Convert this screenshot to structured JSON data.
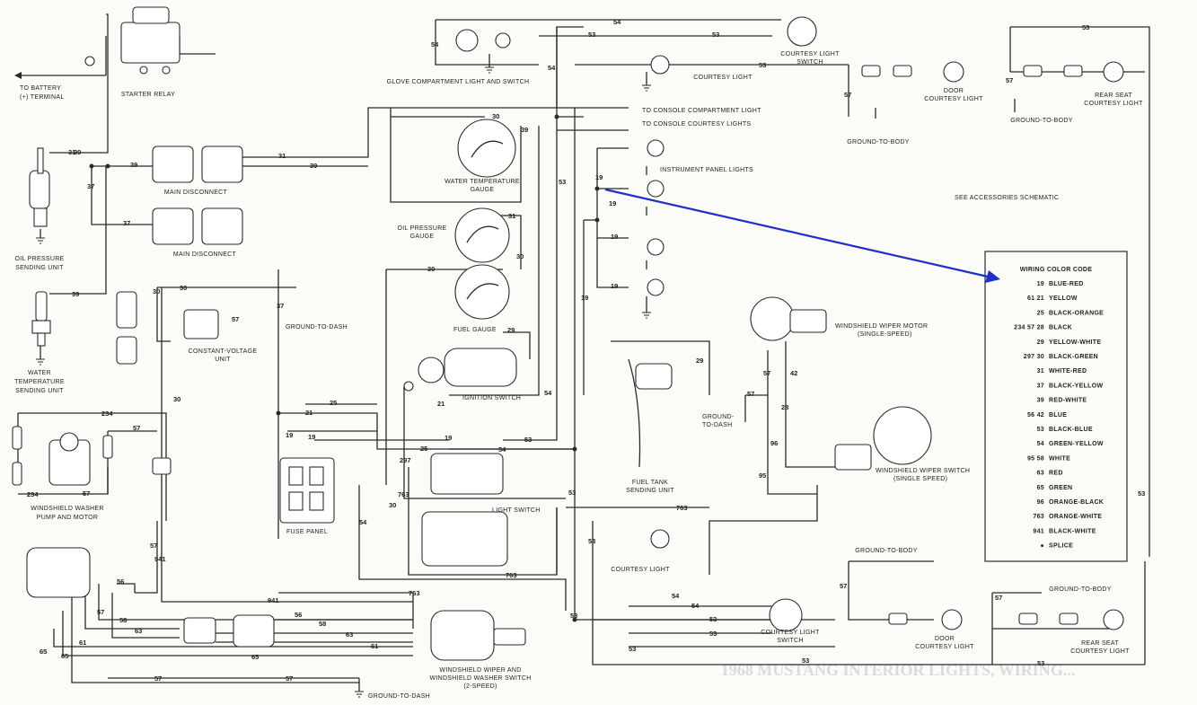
{
  "components": {
    "to_battery": "TO BATTERY",
    "to_battery_2": "(+) TERMINAL",
    "starter_relay": "STARTER RELAY",
    "main_disconnect_1": "MAIN DISCONNECT",
    "main_disconnect_2": "MAIN DISCONNECT",
    "oil_sender": "OIL PRESSURE",
    "oil_sender_2": "SENDING UNIT",
    "water_sender": "WATER",
    "water_sender_2": "TEMPERATURE",
    "water_sender_3": "SENDING UNIT",
    "glove_light": "GLOVE COMPARTMENT LIGHT AND SWITCH",
    "courtesy_light_top": "COURTESY LIGHT",
    "courtesy_switch_top": "COURTESY LIGHT",
    "courtesy_switch_top_2": "SWITCH",
    "door_courtesy_top": "DOOR",
    "door_courtesy_top_2": "COURTESY LIGHT",
    "rear_seat_top": "REAR SEAT",
    "rear_seat_top_2": "COURTESY LIGHT",
    "ground_body_top": "GROUND-TO-BODY",
    "ground_body_top2": "GROUND-TO-BODY",
    "console_comp": "TO CONSOLE COMPARTMENT LIGHT",
    "console_courtesy": "TO CONSOLE COURTESY LIGHTS",
    "instrument_lights": "INSTRUMENT PANEL LIGHTS",
    "see_accessories": "SEE ACCESSORIES SCHEMATIC",
    "water_gauge": "WATER TEMPERATURE",
    "water_gauge_2": "GAUGE",
    "oil_gauge": "OIL PRESSURE",
    "oil_gauge_2": "GAUGE",
    "fuel_gauge": "FUEL GAUGE",
    "ground_dash_1": "GROUND-TO-DASH",
    "cv_unit": "CONSTANT-VOLTAGE",
    "cv_unit_2": "UNIT",
    "ignition_switch": "IGNITION SWITCH",
    "wiper_motor": "WINDSHIELD WIPER MOTOR",
    "wiper_motor_2": "(SINGLE-SPEED)",
    "wiper_switch": "WINDSHIELD WIPER SWITCH",
    "wiper_switch_2": "(SINGLE SPEED)",
    "ground_dash_2": "GROUND-",
    "ground_dash_2b": "TO-DASH",
    "fuel_sender": "FUEL TANK",
    "fuel_sender_2": "SENDING UNIT",
    "light_switch": "LIGHT SWITCH",
    "fuse_panel": "FUSE PANEL",
    "washer_pump": "WINDSHIELD WASHER",
    "washer_pump_2": "PUMP AND MOTOR",
    "courtesy_light_mid": "COURTESY LIGHT",
    "courtesy_switch_bot": "COURTESY LIGHT",
    "courtesy_switch_bot_2": "SWITCH",
    "door_courtesy_bot": "DOOR",
    "door_courtesy_bot_2": "COURTESY LIGHT",
    "ground_body_bot": "GROUND-TO-BODY",
    "ground_body_bot2": "GROUND-TO-BODY",
    "rear_seat_bot": "REAR SEAT",
    "rear_seat_bot_2": "COURTESY LIGHT",
    "wiper_washer_switch": "WINDSHIELD WIPER AND",
    "wiper_washer_switch_2": "WINDSHIELD WASHER SWITCH",
    "wiper_washer_switch_3": "(2-SPEED)",
    "ground_dash_bot": "GROUND-TO-DASH",
    "bg_caption": "1968 MUSTANG INTERIOR LIGHTS, WIRING..."
  },
  "color_code": {
    "title": "WIRING COLOR CODE",
    "rows": [
      {
        "codes": "19",
        "color": "BLUE-RED"
      },
      {
        "codes": "61  21",
        "color": "YELLOW"
      },
      {
        "codes": "25",
        "color": "BLACK-ORANGE"
      },
      {
        "codes": "234  57  28",
        "color": "BLACK"
      },
      {
        "codes": "29",
        "color": "YELLOW-WHITE"
      },
      {
        "codes": "297  30",
        "color": "BLACK-GREEN"
      },
      {
        "codes": "31",
        "color": "WHITE-RED"
      },
      {
        "codes": "37",
        "color": "BLACK-YELLOW"
      },
      {
        "codes": "39",
        "color": "RED-WHITE"
      },
      {
        "codes": "56  42",
        "color": "BLUE"
      },
      {
        "codes": "53",
        "color": "BLACK-BLUE"
      },
      {
        "codes": "54",
        "color": "GREEN-YELLOW"
      },
      {
        "codes": "95  58",
        "color": "WHITE"
      },
      {
        "codes": "63",
        "color": "RED"
      },
      {
        "codes": "65",
        "color": "GREEN"
      },
      {
        "codes": "96",
        "color": "ORANGE-BLACK"
      },
      {
        "codes": "763",
        "color": "ORANGE-WHITE"
      },
      {
        "codes": "941",
        "color": "BLACK-WHITE"
      },
      {
        "codes": "●",
        "color": "SPLICE"
      }
    ]
  },
  "wire_numbers": {
    "n31a": "31",
    "n39a": "39",
    "n37a": "37",
    "n37b": "37",
    "n39b": "39",
    "n54a": "54",
    "n53a": "53",
    "n53b": "53",
    "n53c": "53",
    "n54b": "54",
    "n53d": "53",
    "n57a": "57",
    "n30a": "30",
    "n39c": "39",
    "n31b": "31",
    "n30b": "30",
    "n53e": "53",
    "n19a": "19",
    "n19b": "19",
    "n19c": "19",
    "n19d": "19",
    "n19e": "19",
    "n29a": "29",
    "n29b": "29",
    "n30c": "30",
    "n30d": "30",
    "n30e": "30",
    "n57b": "57",
    "n37c": "37",
    "n54c": "54",
    "n21a": "21",
    "n25a": "25",
    "n21b": "21",
    "n19f": "19",
    "n19g": "19",
    "n25b": "25",
    "n297": "297",
    "n763a": "763",
    "n53f": "53",
    "n54d": "54",
    "n30f": "30",
    "n57c": "57",
    "n42": "42",
    "n28": "28",
    "n96": "96",
    "n95": "95",
    "n57d": "57",
    "n234a": "234",
    "n57e": "57",
    "n234b": "234",
    "n57f": "57",
    "n941a": "941",
    "n763b": "763",
    "n763c": "763",
    "n53g": "53",
    "n54e": "54",
    "n54f": "54",
    "n53h": "53",
    "n941b": "941",
    "n763d": "763",
    "n56a": "56",
    "n58a": "58",
    "n63a": "63",
    "n61a": "61",
    "n65a": "65",
    "n56b": "56",
    "n58b": "58",
    "n63b": "63",
    "n61b": "61",
    "n65b": "65",
    "n57g": "57",
    "n57h": "57",
    "n57i": "57",
    "n65c": "65",
    "n53i": "53",
    "n53j": "53",
    "n53k": "53",
    "n57j": "57",
    "n53l": "53",
    "n53m": "53",
    "n53n": "53"
  },
  "colors": {
    "arrow": "#1f2fc7",
    "ink": "#2a2a2a"
  }
}
